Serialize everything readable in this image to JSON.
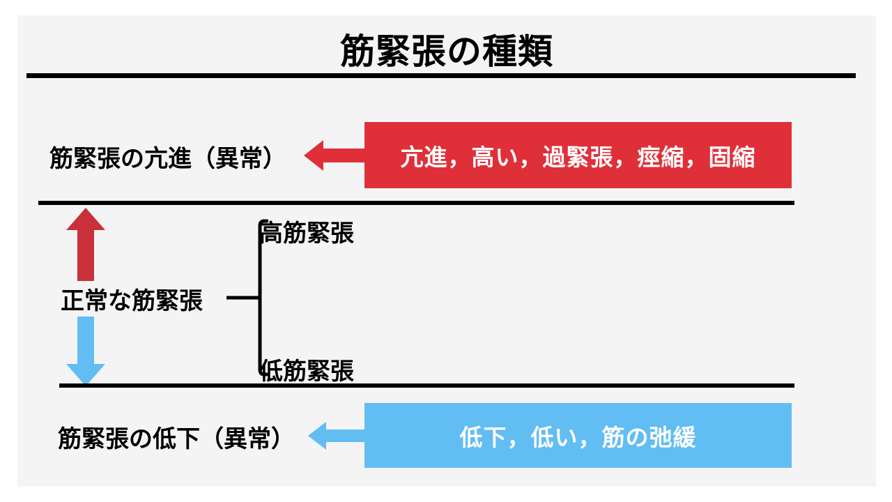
{
  "slide": {
    "title": "筋緊張の種類",
    "background_color": "#f4f4f4",
    "page_color": "#ffffff"
  },
  "colors": {
    "red_banner": "#df3039",
    "red_arrow": "#c9313a",
    "blue_banner": "#62bdf2",
    "blue_arrow": "#62bdf2",
    "rule": "#000000",
    "text": "#000000",
    "banner_text": "#ffffff"
  },
  "rows": {
    "hypertonia": {
      "label": "筋緊張の亢進（異常）",
      "banner_text": "亢進，高い，過緊張，痙縮，固縮",
      "arrow": "left-arrow-red"
    },
    "normal": {
      "label": "正常な筋緊張",
      "up_arrow": "up-arrow-red",
      "down_arrow": "down-arrow-blue",
      "branches": [
        {
          "label": "高筋緊張"
        },
        {
          "label": "低筋緊張"
        }
      ]
    },
    "hypotonia": {
      "label": "筋緊張の低下（異常）",
      "banner_text": "低下，低い，筋の弛緩",
      "arrow": "left-arrow-blue"
    }
  }
}
